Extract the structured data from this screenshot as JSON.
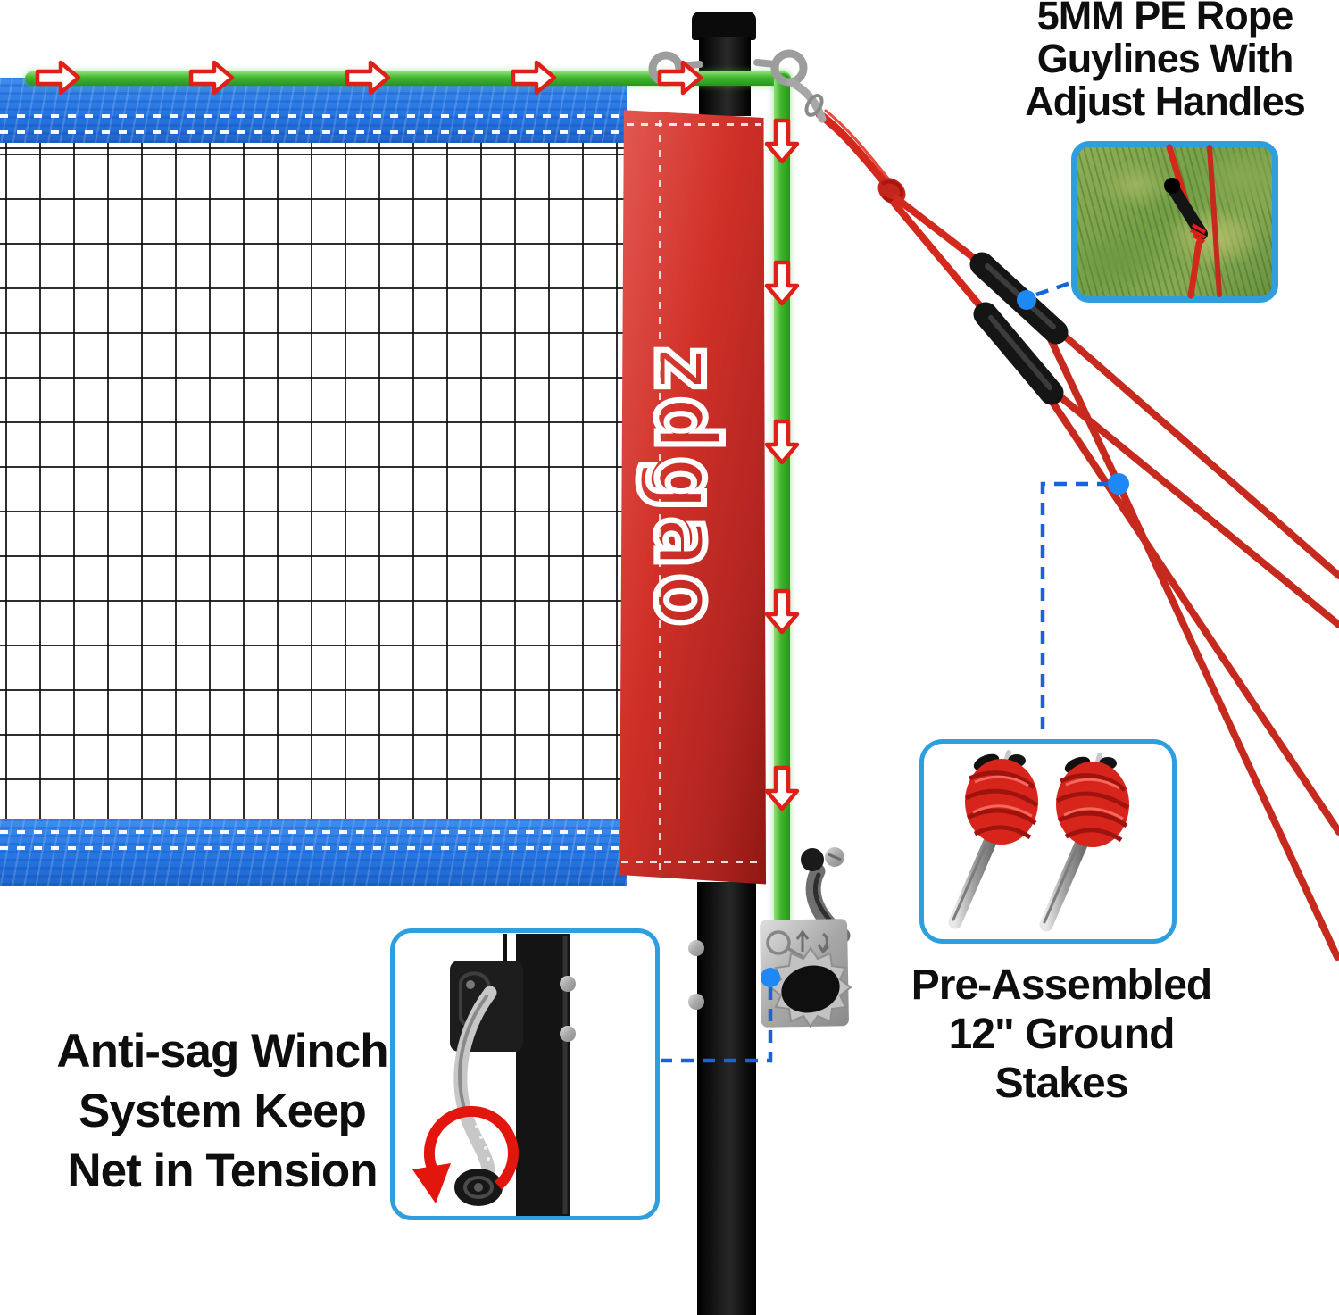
{
  "brand": {
    "pole_pad_text": "zdgao"
  },
  "annotations": {
    "guylines_label": "5MM PE Rope\nGuylines With\nAdjust Handles",
    "stakes_label": "Pre-Assembled\n12\" Ground\nStakes",
    "winch_label": "Anti-sag Winch\nSystem Keep\nNet in Tension"
  },
  "colors": {
    "tension_line_green": "#3cb22e",
    "net_tape_blue": "#2676e2",
    "pad_red": "#d03028",
    "rope_red": "#d3281c",
    "arrow_outline_red": "#e02018",
    "callout_dot_blue": "#1e88f7",
    "dashed_line_blue": "#1565d8",
    "inset_border_blue": "#2e9ede"
  },
  "icons": [
    "right-arrow-icon",
    "down-arrow-icon",
    "rotation-arrow-icon",
    "hook-icon",
    "carabiner-clasp-icon",
    "winch-icon",
    "ground-stake-icon"
  ]
}
